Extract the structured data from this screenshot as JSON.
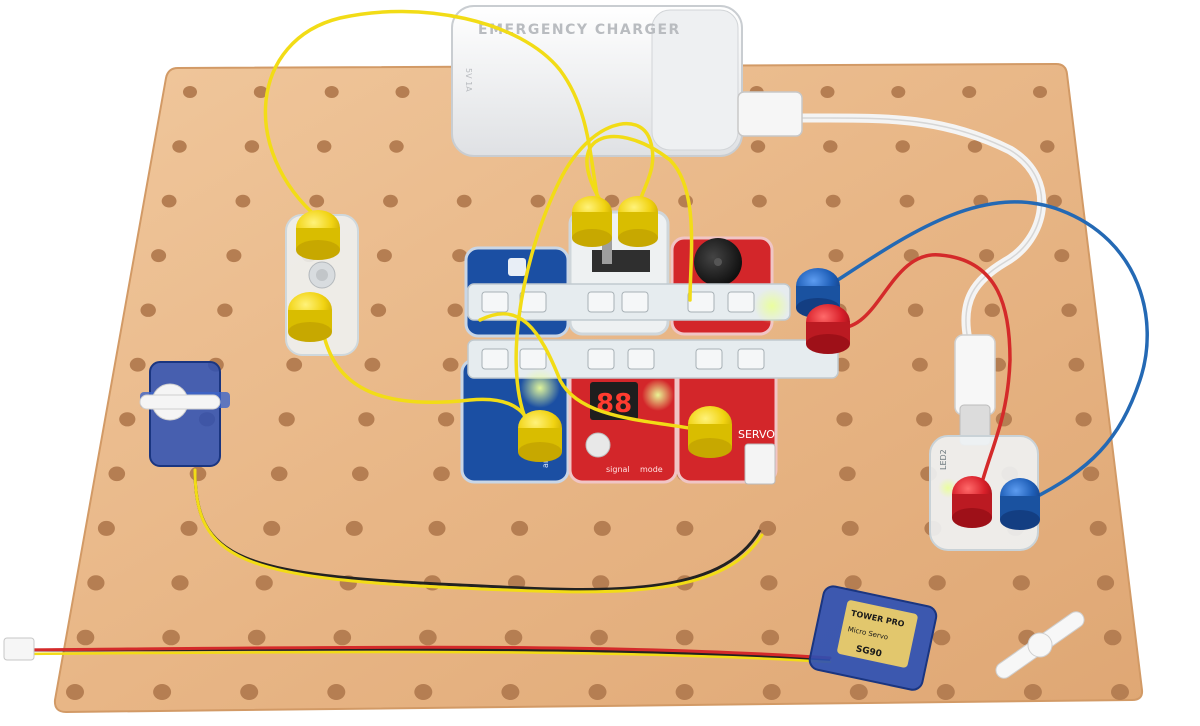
{
  "charger": {
    "label": "EMERGENCY CHARGER",
    "spec": "5V 1A"
  },
  "modules": {
    "display_digits": "88",
    "servo_label": "SERVO",
    "analog_label": "analog",
    "signal_label": "signal",
    "mode_label": "mode",
    "led_label": "LED2"
  },
  "servo_motor": {
    "brand": "TOWER PRO",
    "model_line": "Micro Servo",
    "model": "SG90"
  },
  "colors": {
    "board": "#e9b98c",
    "hole": "#b57e52",
    "yellow_wire": "#f2dc16",
    "red_wire": "#d42a2a",
    "blue_wire": "#2469b4",
    "module_blue": "#1b4fa3",
    "module_red": "#d3262a",
    "servo_blue": "#2a4fb5"
  }
}
